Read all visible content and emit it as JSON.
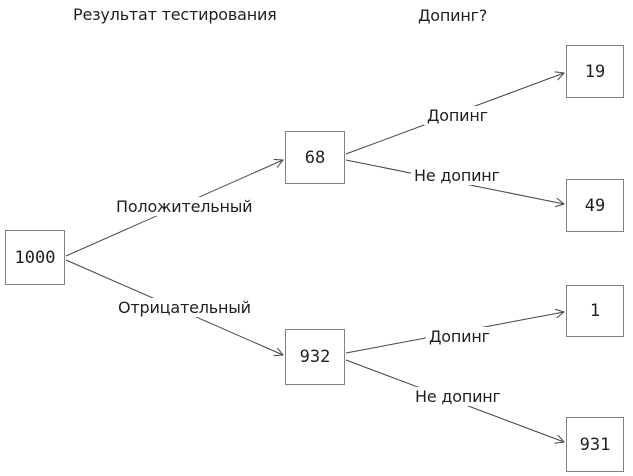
{
  "colors": {
    "background": "#ffffff",
    "box_border": "#818181",
    "edge_line": "#454545",
    "text": "#1f1f1f"
  },
  "headers": {
    "left": "Результат тестирования",
    "right": "Допинг?"
  },
  "nodes": {
    "root": "1000",
    "positive": "68",
    "negative": "932",
    "positive_doping": "19",
    "positive_no_doping": "49",
    "negative_doping": "1",
    "negative_no_doping": "931"
  },
  "branch_labels": {
    "positive": "Положительный",
    "negative": "Отрицательный",
    "doping_upper": "Допинг",
    "no_doping_upper": "Не допинг",
    "doping_lower": "Допинг",
    "no_doping_lower": "Не допинг"
  }
}
